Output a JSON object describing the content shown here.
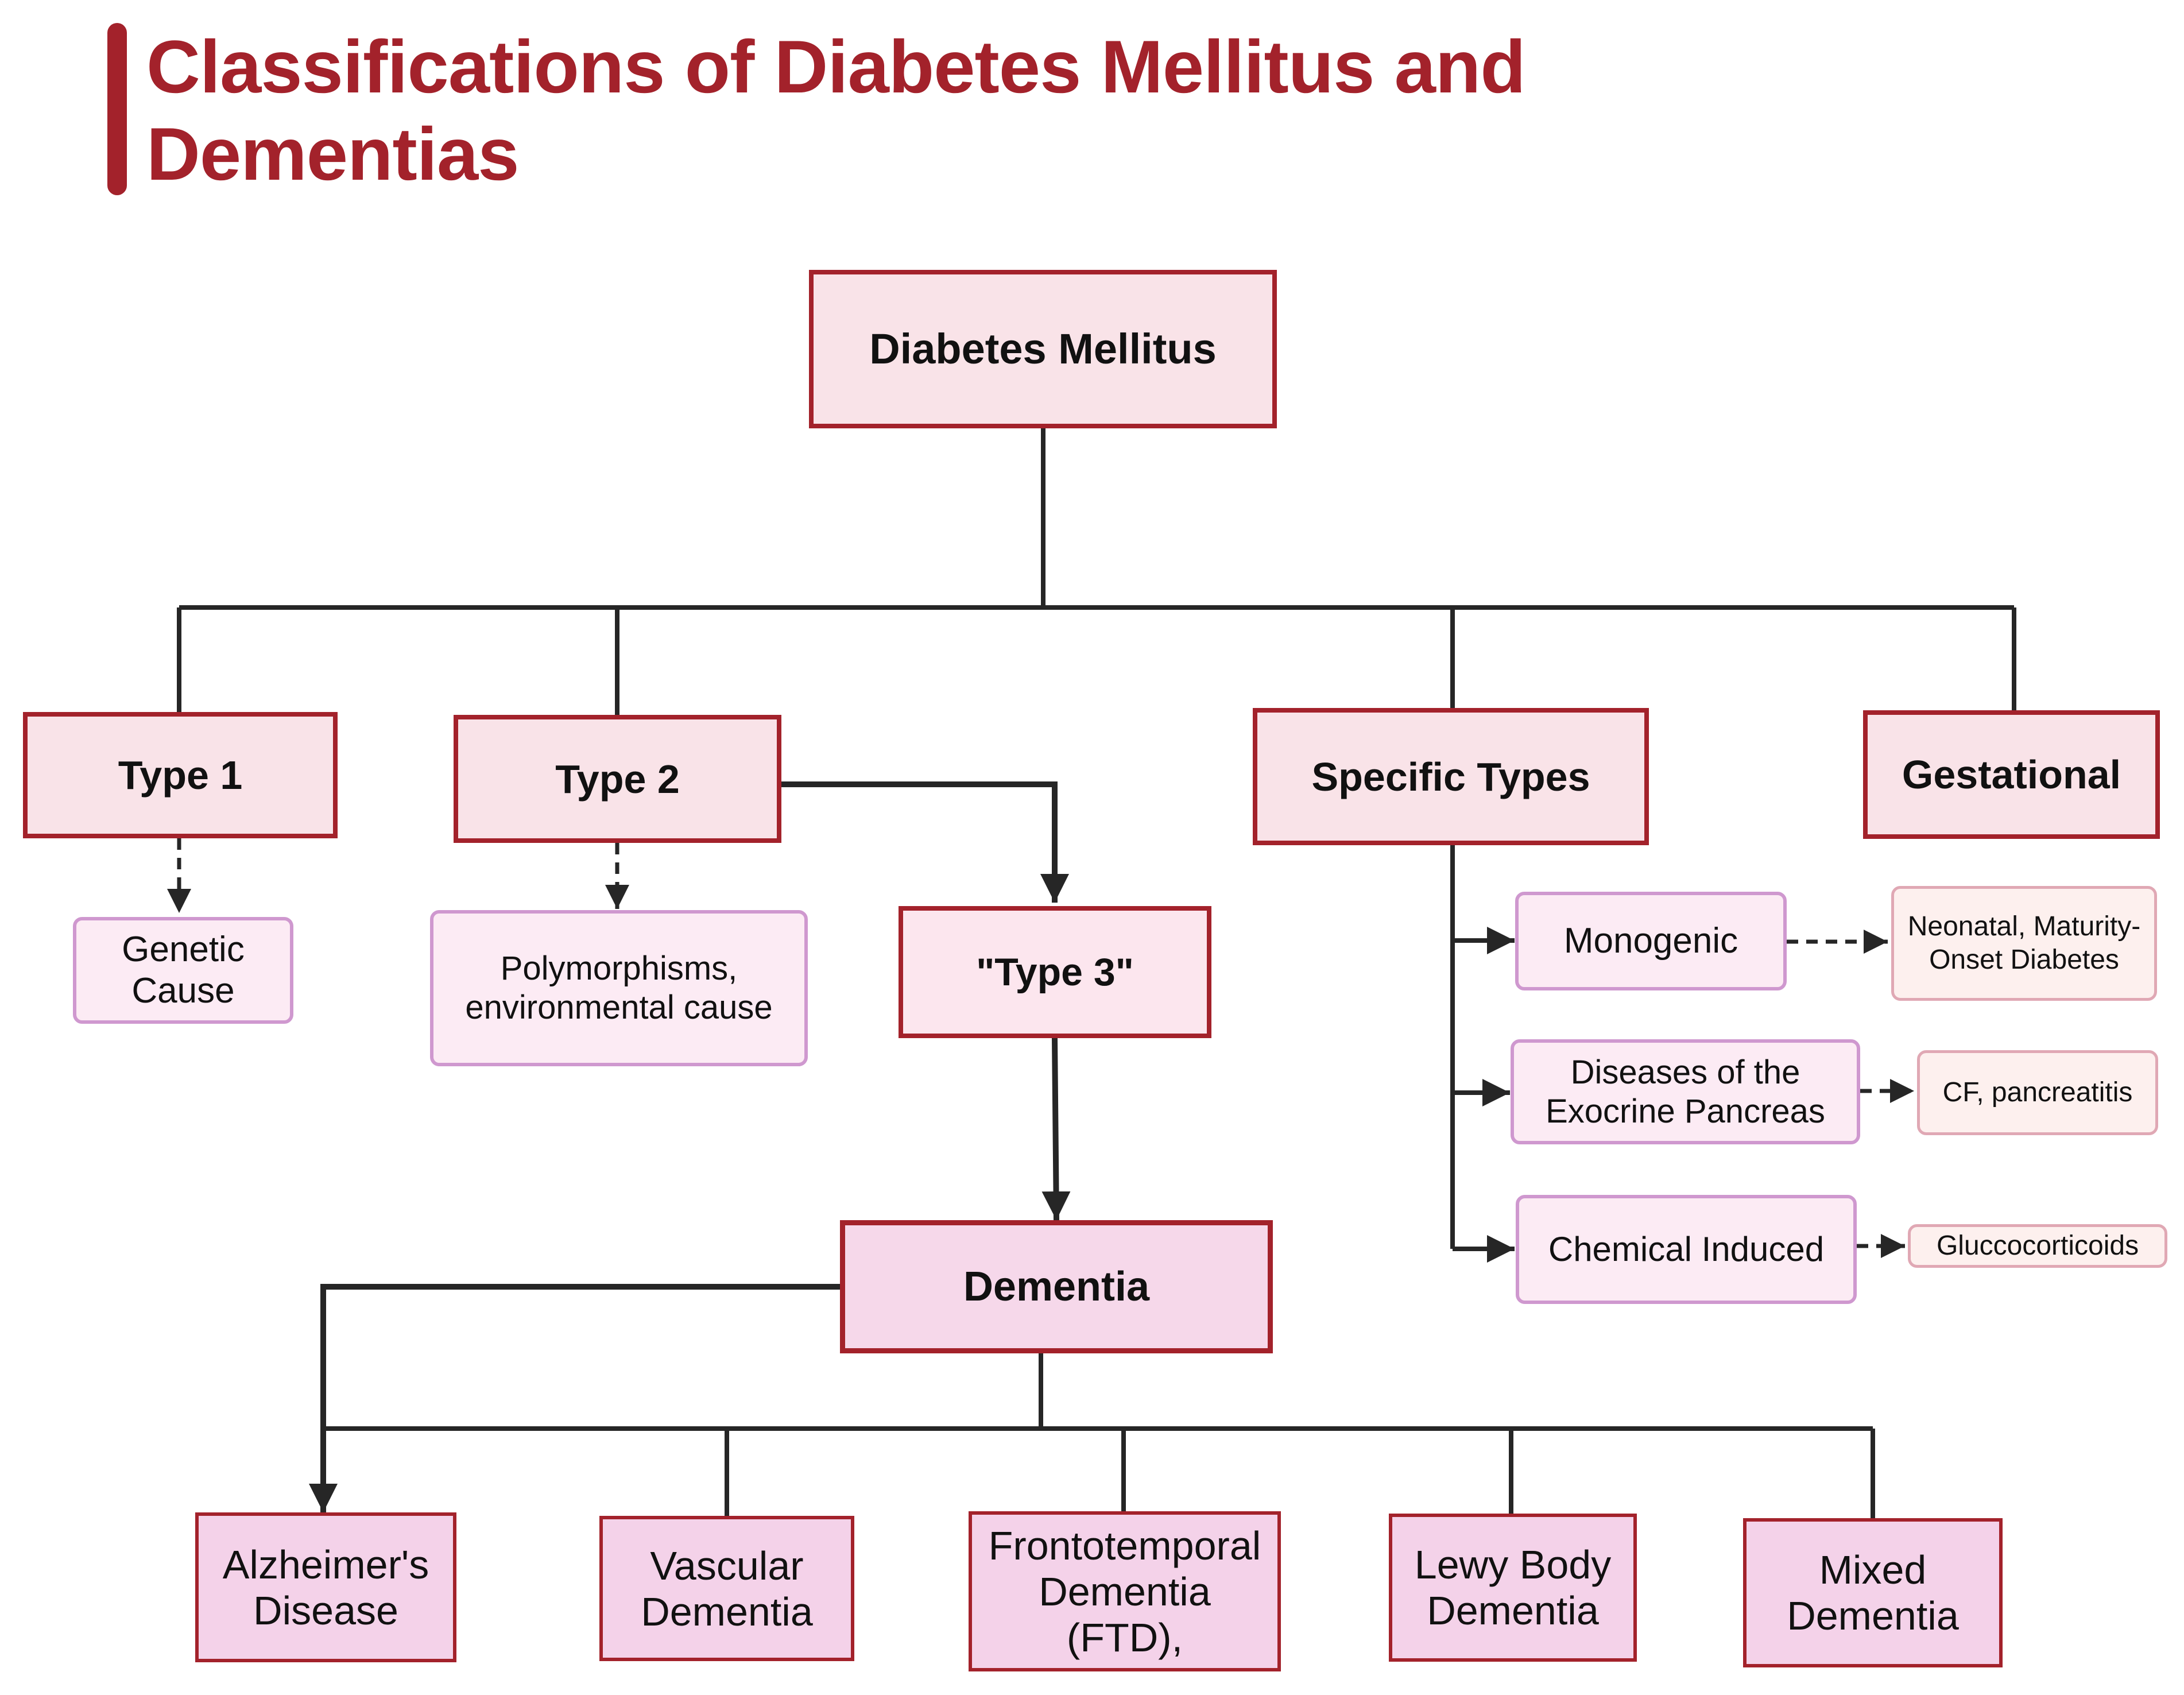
{
  "title": "Classifications of Diabetes Mellitus and Dementias",
  "colors": {
    "accent": "#a3222b",
    "box_fill": "#f9e3e8",
    "dementia_fill": "#f6d8ea",
    "sub_fill": "#fcebf4",
    "sub_border": "#cf98cf",
    "leaf_fill": "#fdf0ee",
    "connector": "#262626"
  },
  "diabetes": {
    "root": "Diabetes Mellitus",
    "type1": "Type 1",
    "type1_cause": "Genetic Cause",
    "type2": "Type 2",
    "type2_cause": "Polymorphisms, environmental cause",
    "type3": "\"Type 3\"",
    "specific": "Specific Types",
    "gestational": "Gestational",
    "monogenic": "Monogenic",
    "monogenic_example": "Neonatal, Maturity-Onset Diabetes",
    "exocrine": "Diseases of the Exocrine Pancreas",
    "exocrine_example": "CF, pancreatitis",
    "chemical": "Chemical Induced",
    "chemical_example": "Gluccocorticoids"
  },
  "dementia": {
    "root": "Dementia",
    "types": [
      "Alzheimer's Disease",
      "Vascular Dementia",
      "Frontotemporal Dementia (FTD),",
      "Lewy Body Dementia",
      "Mixed Dementia"
    ]
  }
}
